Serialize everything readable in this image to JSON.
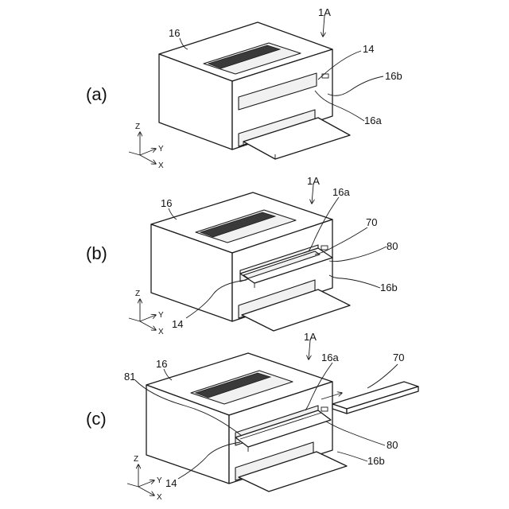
{
  "panels": [
    {
      "label": "(a)",
      "refs": {
        "printer": "1A",
        "body": "16",
        "cover": "14",
        "side": "16b",
        "opening": "16a"
      },
      "axes": {
        "z": "Z",
        "y": "Y",
        "x": "X"
      }
    },
    {
      "label": "(b)",
      "refs": {
        "printer": "1A",
        "body": "16",
        "opening": "16a",
        "cartridge": "70",
        "tray": "80",
        "side": "16b",
        "cover": "14"
      },
      "axes": {
        "z": "Z",
        "y": "Y",
        "x": "X"
      }
    },
    {
      "label": "(c)",
      "refs": {
        "printer": "1A",
        "body": "16",
        "opening": "16a",
        "cartridge": "70",
        "guide": "81",
        "tray": "80",
        "side": "16b",
        "cover": "14"
      },
      "axes": {
        "z": "Z",
        "y": "Y",
        "x": "X"
      }
    }
  ]
}
